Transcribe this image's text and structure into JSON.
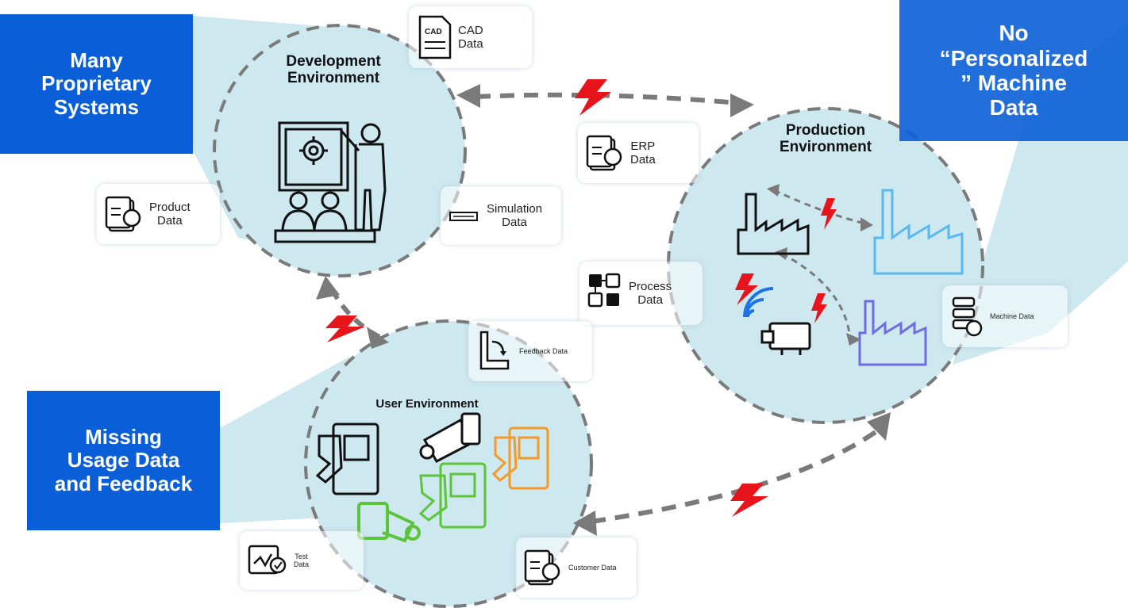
{
  "environments": {
    "development": "Development Environment",
    "production": "Production Environment",
    "user": "User Environment"
  },
  "callouts": {
    "top_left": [
      "Many",
      "Proprietary",
      "Systems"
    ],
    "top_right": [
      "No",
      "“Personalized",
      "” Machine",
      "Data"
    ],
    "bottom_left": [
      "Missing",
      "Usage Data",
      "and Feedback"
    ]
  },
  "cards": {
    "cad": [
      "CAD",
      "Data"
    ],
    "cad_doc": "CAD",
    "product": [
      "Product",
      "Data"
    ],
    "simulation": [
      "Simulation",
      "Data"
    ],
    "erp": [
      "ERP",
      "Data"
    ],
    "process": [
      "Process",
      "Data"
    ],
    "machine": "Machine Data",
    "feedback": "Feedback Data",
    "test": [
      "Test",
      "Data"
    ],
    "customer": "Customer Data"
  },
  "colors": {
    "callout_blue": "#0a5ed7",
    "zone_fill": "#cde8ef",
    "dash_gray": "#7a7a7a",
    "lightning_red": "#e8141c",
    "factory_cyan": "#5ab8f0",
    "factory_purple": "#6f6be0",
    "machine_green": "#5cc43a",
    "machine_orange": "#f39a2a",
    "wifi_blue": "#1a73e8"
  }
}
